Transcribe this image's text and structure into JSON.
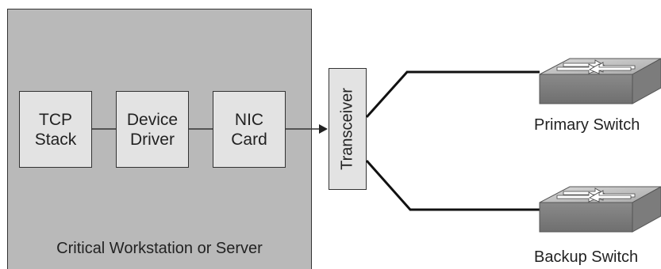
{
  "diagram": {
    "server_caption": "Critical Workstation or Server",
    "components": [
      {
        "label": "TCP\nStack"
      },
      {
        "label": "Device\nDriver"
      },
      {
        "label": "NIC\nCard"
      }
    ],
    "transceiver_label": "Transceiver",
    "switches": [
      {
        "label": "Primary Switch",
        "icon": "network-switch-icon"
      },
      {
        "label": "Backup Switch",
        "icon": "network-switch-icon"
      }
    ]
  }
}
